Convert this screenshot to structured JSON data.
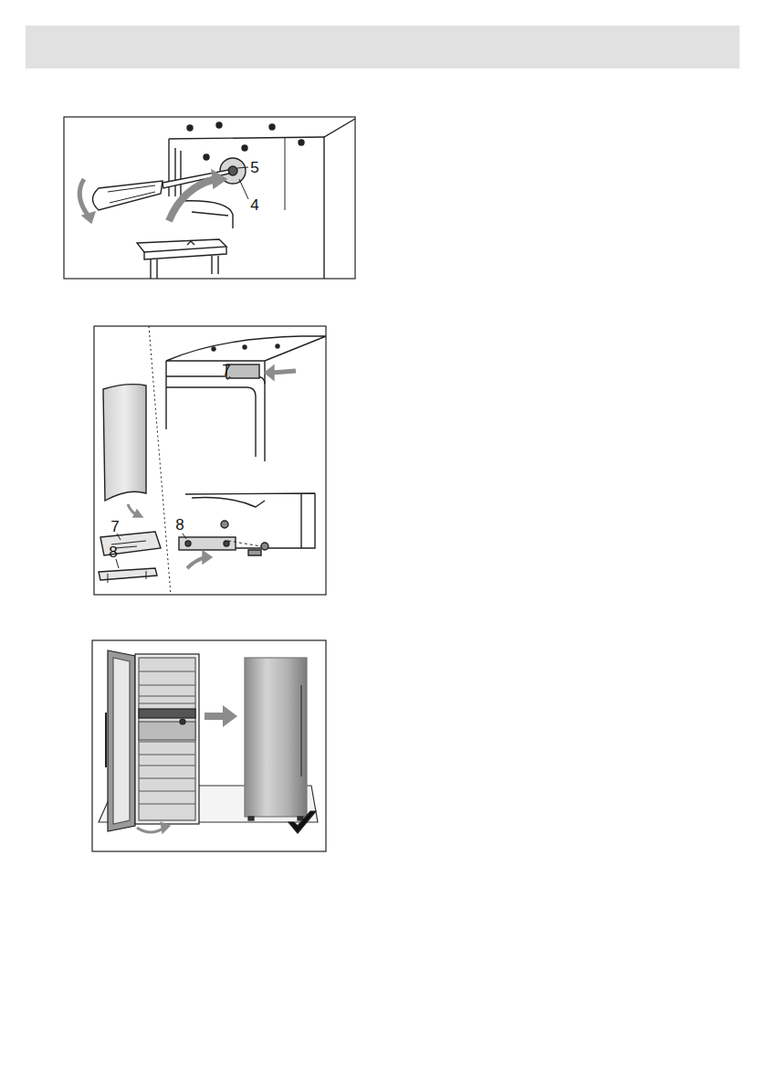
{
  "diagram": {
    "labels": [
      "5",
      "4",
      "7",
      "7",
      "8",
      "8"
    ]
  }
}
